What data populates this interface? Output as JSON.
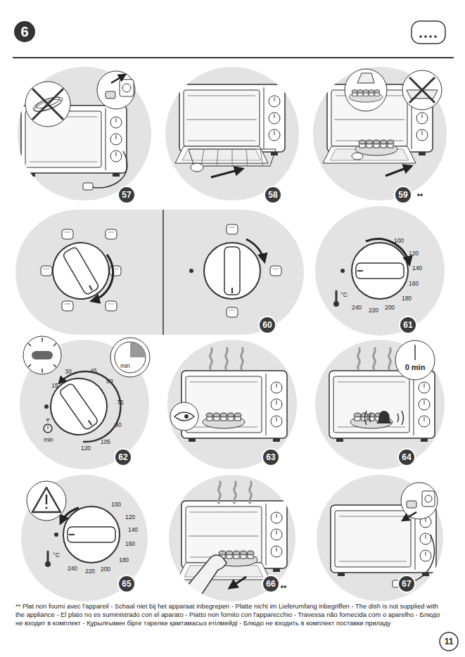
{
  "diagram": {
    "title": "6",
    "labels": [
      "57",
      "58",
      "59",
      "**",
      "60",
      "61",
      "100",
      "120",
      "140",
      "160",
      "180",
      "200",
      "220",
      "240",
      "°C",
      "62",
      "15",
      "30",
      "45",
      "60",
      "75",
      "90",
      "105",
      "120",
      "min",
      "min",
      "63",
      "0 min",
      "64",
      "100",
      "120",
      "140",
      "160",
      "180",
      "200",
      "220",
      "240",
      "°C",
      "65",
      "66",
      "**",
      "67",
      "** Plat non fourni avec l'appareil - Schaal niet bij het apparaat inbegrepen - Platte nicht im Lieferumfang inbegriffen - The dish is not supplied with the appliance - El plato no es suministrado con el aparato - Piatto non fornito con l'apparecchio - Travessa não fornecida com o aparelho - Блюдо не входит в комплект - Құрылғымен бірге тәрелке қамтамасыз етілмейді - Блюдо не входить в комплект поставки приладу",
      "11"
    ]
  }
}
